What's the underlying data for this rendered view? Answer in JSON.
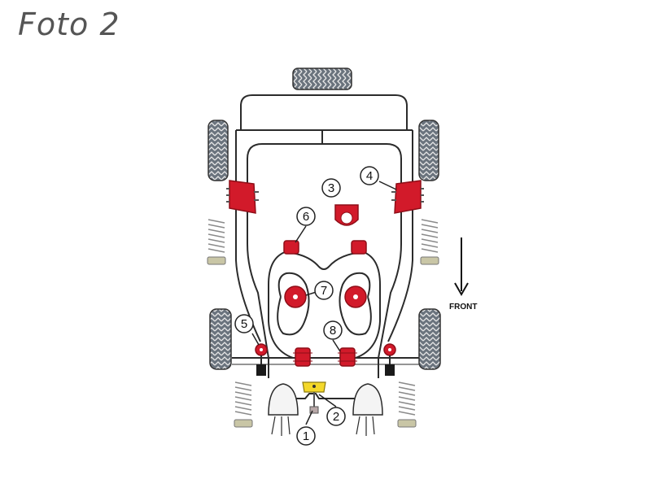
{
  "header": {
    "title": "Foto 2"
  },
  "diagram": {
    "direction_label": "FRONT",
    "callouts": [
      "1",
      "2",
      "3",
      "4",
      "5",
      "6",
      "7",
      "8"
    ],
    "colors": {
      "bush": "#d21a2a",
      "bush_dark": "#8e0e18",
      "tire": "#6a737d",
      "frame": "#2b2b2b",
      "spring": "#8a8a8a",
      "yellow": "#f4d82a"
    }
  }
}
